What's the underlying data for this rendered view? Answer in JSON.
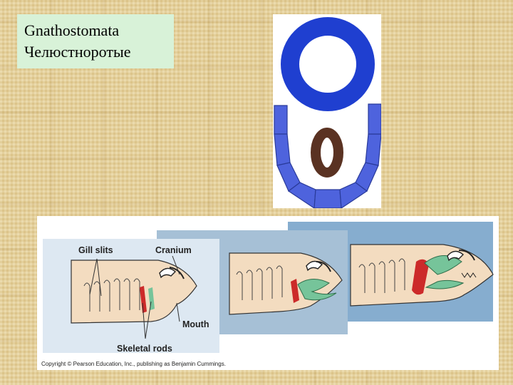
{
  "slide": {
    "title_line1": "Gnathostomata",
    "title_line2": "Челюстноротые"
  },
  "figure": {
    "labels": {
      "gill_slits": "Gill slits",
      "cranium": "Cranium",
      "mouth": "Mouth",
      "skeletal_rods": "Skeletal rods"
    },
    "copyright": "Copyright © Pearson Education, Inc., publishing as Benjamin Cummings."
  },
  "colors": {
    "ring_blue": "#1f3fd0",
    "arch_blue": "#4e63dd",
    "brown": "#5a3222",
    "panel1_bg": "#dde8f2",
    "panel2_bg": "#a6c0d6",
    "panel3_bg": "#86adcf",
    "body_tan": "#f3dcc0",
    "jaw_green": "#76c49a",
    "rod_red": "#cc2a2a"
  }
}
